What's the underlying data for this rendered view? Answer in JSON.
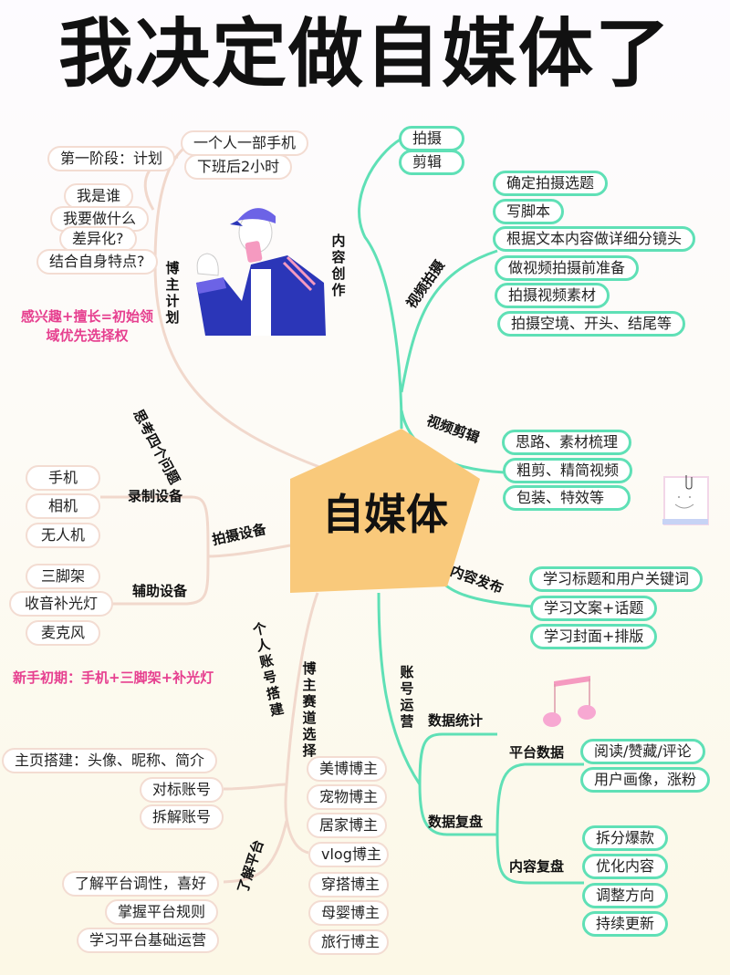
{
  "title": "我决定做自媒体了",
  "colors": {
    "center_node": "#f9c97b",
    "left_branch": "#f1d8cc",
    "right_branch": "#5fe0b6",
    "note_text": "#e63f8f",
    "character_jacket": "#2b36b8",
    "character_cap": "#6c63e6",
    "character_phone": "#f59ac0"
  },
  "center": {
    "label": "自媒体"
  },
  "left": {
    "blogger_plan": {
      "label": "博主计划",
      "stage": "第一阶段：计划",
      "items": [
        "一个人一部手机",
        "下班后2小时"
      ],
      "think_label": "思考四个问题",
      "questions": [
        "我是谁",
        "我要做什么",
        "差异化?",
        "结合自身特点?"
      ],
      "note": [
        "感兴趣+擅长=初始领",
        "域优先选择权"
      ]
    },
    "equipment": {
      "label": "拍摄设备",
      "recording": {
        "label": "录制设备",
        "items": [
          "手机",
          "相机",
          "无人机"
        ]
      },
      "auxiliary": {
        "label": "辅助设备",
        "items": [
          "三脚架",
          "收音补光灯",
          "麦克风"
        ]
      },
      "note": "新手初期：手机+三脚架+补光灯"
    },
    "account_setup": {
      "label": "个人账号搭建",
      "items": [
        "主页搭建：头像、昵称、简介",
        "对标账号",
        "拆解账号"
      ]
    },
    "niche": {
      "label": "博主赛道选择",
      "items": [
        "美博博主",
        "宠物博主",
        "居家博主",
        "vlog博主",
        "穿搭博主",
        "母婴博主",
        "旅行博主"
      ]
    },
    "platform": {
      "label": "了解平台",
      "items": [
        "了解平台调性，喜好",
        "掌握平台规则",
        "学习平台基础运营"
      ]
    }
  },
  "right": {
    "content_creation": {
      "label": "内容创作",
      "items": [
        "拍摄",
        "剪辑"
      ]
    },
    "video_shooting": {
      "label": "视频拍摄",
      "items": [
        "确定拍摄选题",
        "写脚本",
        "根据文本内容做详细分镜头",
        "做视频拍摄前准备",
        "拍摄视频素材",
        "拍摄空境、开头、结尾等"
      ]
    },
    "video_editing": {
      "label": "视频剪辑",
      "items": [
        "思路、素材梳理",
        "粗剪、精简视频",
        "包装、特效等"
      ]
    },
    "publishing": {
      "label": "内容发布",
      "items": [
        "学习标题和用户关键词",
        "学习文案+话题",
        "学习封面+排版"
      ]
    },
    "operations": {
      "label": "账号运营",
      "data_stats": "数据统计",
      "data_review": "数据复盘",
      "platform_data": {
        "label": "平台数据",
        "items": [
          "阅读/赞藏/评论",
          "用户画像，涨粉"
        ]
      },
      "content_review": {
        "label": "内容复盘",
        "items": [
          "拆分爆款",
          "优化内容",
          "调整方向",
          "持续更新"
        ]
      }
    }
  }
}
